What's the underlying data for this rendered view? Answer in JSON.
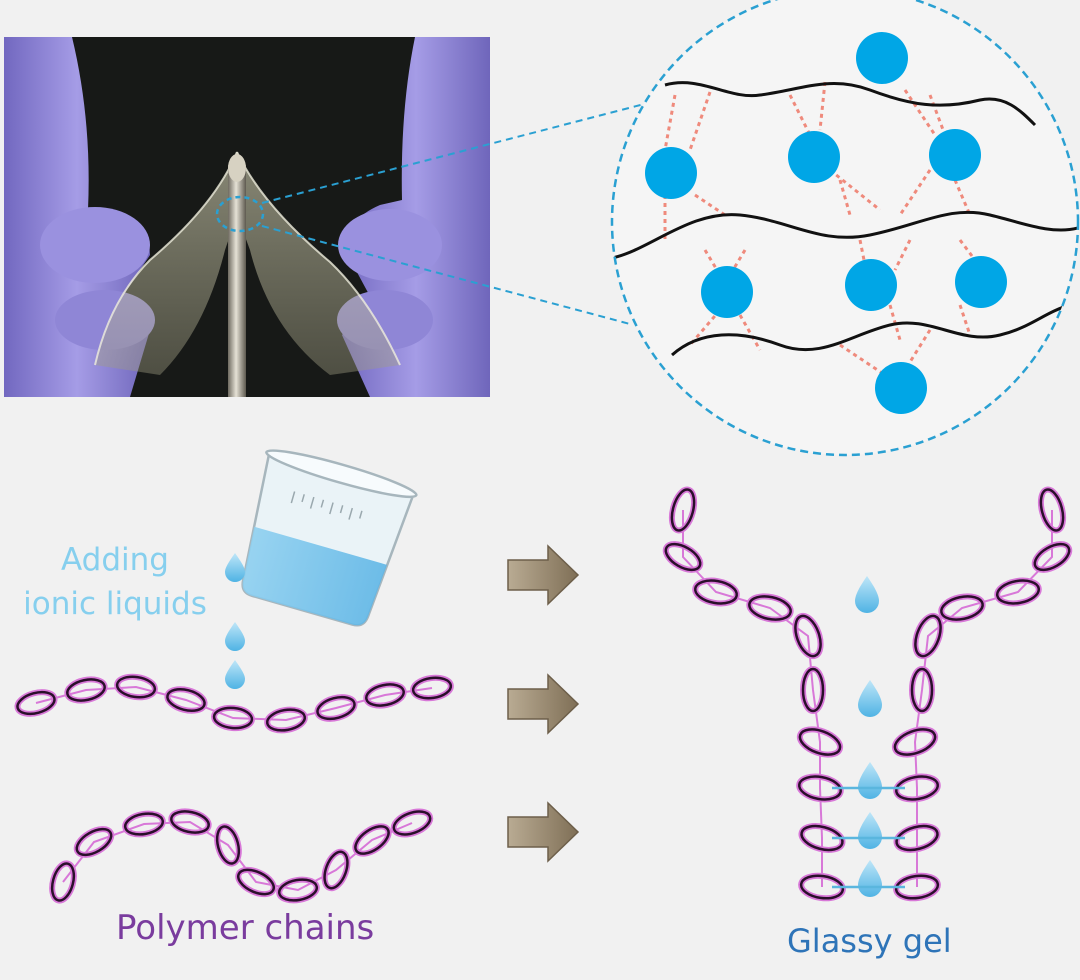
{
  "labels": {
    "adding_line1": "Adding",
    "adding_line2": "ionic liquids",
    "polymer_chains": "Polymer chains",
    "glassy_gel": "Glassy gel"
  },
  "colors": {
    "background": "#f1f1f1",
    "ion_blue": "#00a6e6",
    "crosslink_salmon": "#ef8a7c",
    "zoom_dash": "#2aa0d2",
    "glove_purple": "#8c83d4",
    "photo_dark": "#171917",
    "chain_link_outline": "#2a0f2a",
    "chain_link_glow": "#d878d8",
    "adding_text": "#86cfee",
    "polymer_text": "#7a3c9e",
    "glassy_text": "#2e74b8",
    "arrow_fill": "#9b8b72",
    "droplet": "#7cc6ec"
  },
  "icons": {
    "beaker": "beaker-icon",
    "arrow": "arrow-right-icon",
    "droplet": "droplet-icon"
  }
}
